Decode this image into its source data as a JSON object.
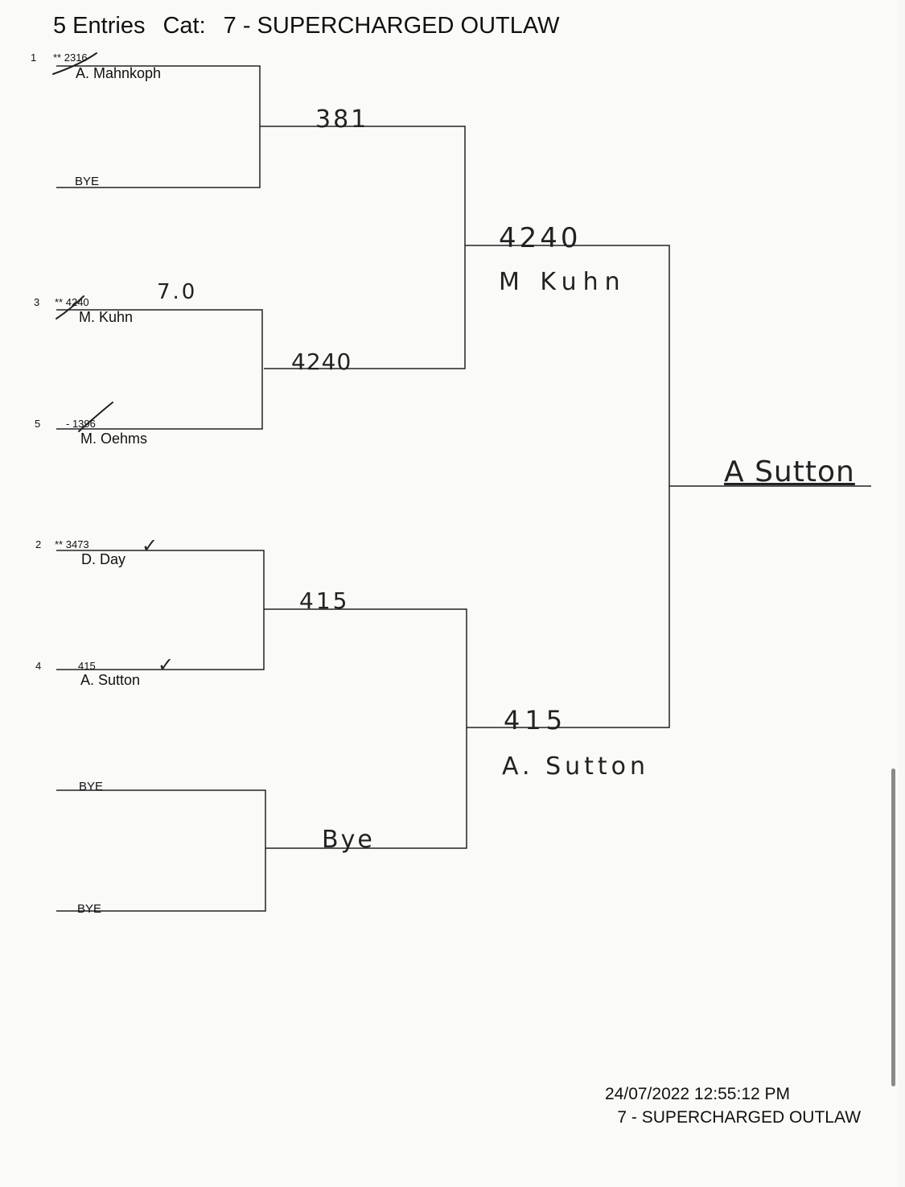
{
  "header": {
    "entries": "5 Entries",
    "cat_label": "Cat:",
    "category": "7 - SUPERCHARGED OUTLAW"
  },
  "entrants": [
    {
      "num": "1",
      "seed": "** 2316",
      "name": "A. Mahnkoph"
    },
    {
      "num": "3",
      "seed": "** 4240",
      "name": "M. Kuhn"
    },
    {
      "num": "5",
      "seed": "- 1396",
      "name": "M. Oehms"
    },
    {
      "num": "2",
      "seed": "** 3473",
      "name": "D. Day"
    },
    {
      "num": "4",
      "seed": "415",
      "name": "A. Sutton"
    }
  ],
  "byes": [
    "BYE",
    "BYE",
    "BYE"
  ],
  "handwritten": {
    "r1_m1": "381",
    "r1_m2": "4240",
    "r1_m2_score": "7.0",
    "r1_m3": "415",
    "r1_m4": "Bye",
    "r2_top_num": "4240",
    "r2_top_name": "M Kuhn",
    "r2_bottom_num": "415",
    "r2_bottom_name": "A. Sutton",
    "winner": "A Sutton",
    "check": "✓"
  },
  "footer": {
    "timestamp": "24/07/2022 12:55:12 PM",
    "category": "7 - SUPERCHARGED OUTLAW"
  }
}
